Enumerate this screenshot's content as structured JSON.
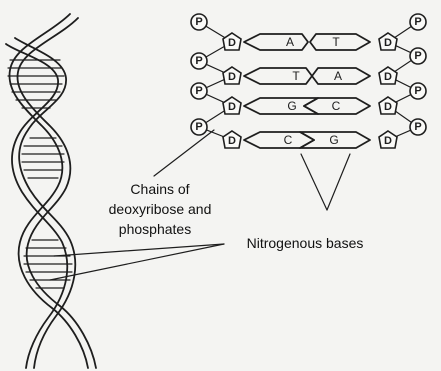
{
  "labels": {
    "chains_line1": "Chains of",
    "chains_line2": "deoxyribose and",
    "chains_line3": "phosphates",
    "bases": "Nitrogenous bases"
  },
  "nodes": {
    "phosphate": "P",
    "deoxyribose": "D"
  },
  "base_pairs": [
    {
      "left": "A",
      "right": "T"
    },
    {
      "left": "T",
      "right": "A"
    },
    {
      "left": "G",
      "right": "C"
    },
    {
      "left": "C",
      "right": "G"
    }
  ],
  "colors": {
    "ink": "#1e1e1e",
    "background": "#f4f4f2"
  }
}
